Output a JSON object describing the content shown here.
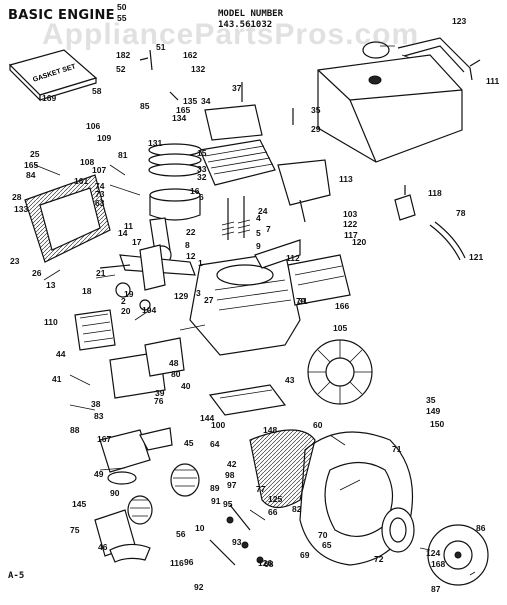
{
  "title": "BASIC ENGINE",
  "model_label": "MODEL NUMBER",
  "model_number": "143.561032",
  "watermark": "AppliancePartsPros.com",
  "page_mark": "A-5",
  "gasket_set_label": "GASKET SET",
  "part_numbers": [
    "50",
    "55",
    "182",
    "51",
    "52",
    "162",
    "132",
    "123",
    "111",
    "58",
    "169",
    "37",
    "34",
    "85",
    "135",
    "134",
    "165",
    "106",
    "25",
    "165",
    "84",
    "161",
    "109",
    "107",
    "108",
    "81",
    "74",
    "73",
    "63",
    "15",
    "131",
    "33",
    "32",
    "35",
    "29",
    "7",
    "6",
    "24",
    "28",
    "133",
    "23",
    "26",
    "13",
    "11",
    "17",
    "22",
    "21",
    "18",
    "19",
    "2",
    "31",
    "105",
    "129",
    "12",
    "27",
    "117",
    "118",
    "78",
    "121",
    "120",
    "112",
    "113",
    "122",
    "103",
    "110",
    "20",
    "104",
    "3",
    "79",
    "166",
    "43",
    "44",
    "41",
    "38",
    "39",
    "80",
    "40",
    "76",
    "48",
    "83",
    "167",
    "88",
    "49",
    "90",
    "145",
    "75",
    "46",
    "45",
    "100",
    "144",
    "148",
    "64",
    "60",
    "42",
    "98",
    "97",
    "77",
    "95",
    "91",
    "56",
    "116",
    "92",
    "93",
    "96",
    "126",
    "125",
    "66",
    "69",
    "68",
    "65",
    "70",
    "82",
    "71",
    "72",
    "124",
    "168",
    "86",
    "87",
    "89",
    "10",
    "8",
    "5",
    "4",
    "9",
    "1",
    "14",
    "16",
    "149",
    "150",
    "35"
  ]
}
